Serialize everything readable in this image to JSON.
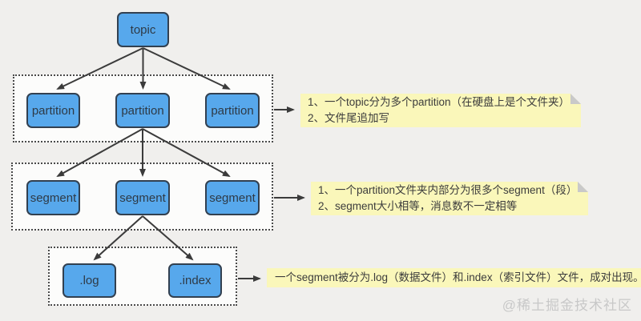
{
  "page": {
    "background": "#f0efed",
    "watermark": "@稀土掘金技术社区"
  },
  "colors": {
    "node_fill": "#57a8ec",
    "node_border": "#324050",
    "container_bg": "#fcfcfb",
    "note_bg": "#faf7ba",
    "note_fold": "#c9c9c9",
    "arrow": "#3b3b3b",
    "watermark_text": "#c8c8c8"
  },
  "nodes": {
    "topic": "topic",
    "partitions": [
      "partition",
      "partition",
      "partition"
    ],
    "segments": [
      "segment",
      "segment",
      "segment"
    ],
    "files": [
      ".log",
      ".index"
    ]
  },
  "notes": {
    "partition": {
      "lines": [
        "1、一个topic分为多个partition（在硬盘上是个文件夹）",
        "2、文件尾追加写"
      ]
    },
    "segment": {
      "lines": [
        "1、一个partition文件夹内部分为很多个segment（段）",
        "2、segment大小相等，消息数不一定相等"
      ]
    },
    "files": {
      "lines": [
        "一个segment被分为.log（数据文件）和.index（索引文件）文件，成对出现。"
      ]
    }
  }
}
